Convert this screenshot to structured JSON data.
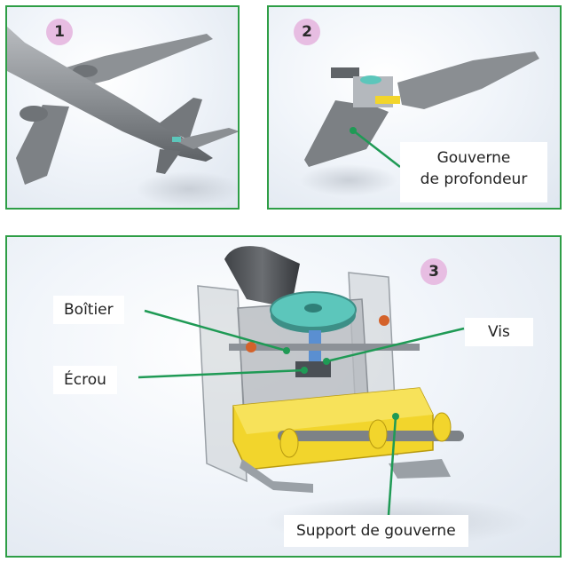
{
  "panels": [
    {
      "number": "1"
    },
    {
      "number": "2",
      "label_line1": "Gouverne",
      "label_line2": "de profondeur"
    },
    {
      "number": "3"
    }
  ],
  "labels": {
    "boitier": "Boîtier",
    "vis": "Vis",
    "ecrou": "Écrou",
    "support": "Support de gouverne"
  },
  "colors": {
    "frame": "#2e9e46",
    "badge": "#e7bde2",
    "leader": "#1f9a55",
    "gear": "#5cc6bb",
    "support": "#f2d52c"
  }
}
